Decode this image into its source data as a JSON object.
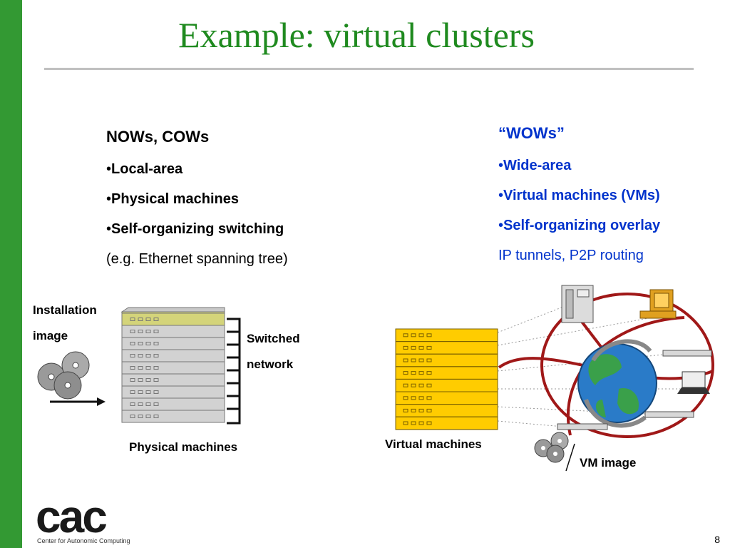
{
  "slide": {
    "title": "Example: virtual clusters",
    "page_number": "8"
  },
  "left": {
    "heading": "NOWs, COWs",
    "bullets": [
      "Local-area",
      "Physical machines",
      "Self-organizing switching"
    ],
    "note": "(e.g. Ethernet spanning tree)"
  },
  "right": {
    "heading": "“WOWs”",
    "bullets": [
      "Wide-area",
      "Virtual machines (VMs)",
      "Self-organizing overlay"
    ],
    "note": "IP tunnels, P2P routing"
  },
  "diagram": {
    "installation_image_line1": "Installation",
    "installation_image_line2": "image",
    "switched_line1": "Switched",
    "switched_line2": "network",
    "physical_machines": "Physical machines",
    "virtual_machines": "Virtual machines",
    "vm_image": "VM image"
  },
  "logo": {
    "text": "cac",
    "subtext": "Center for Autonomic Computing"
  },
  "colors": {
    "green": "#339933",
    "title": "#1f8a1f",
    "blue": "#0033cc",
    "vm_yellow": "#ffcc00",
    "ring_red": "#a01818"
  }
}
